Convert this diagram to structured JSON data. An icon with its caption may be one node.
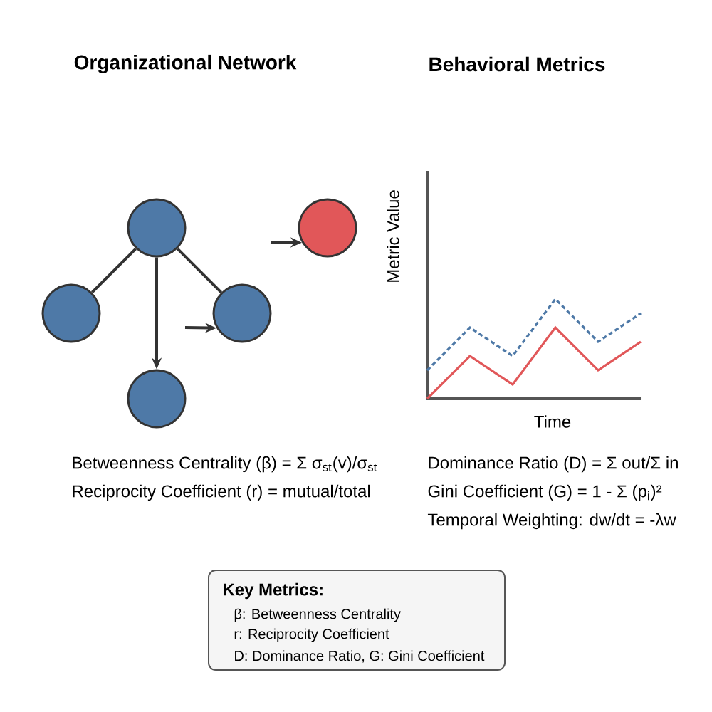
{
  "diagram": {
    "nodes": [
      {
        "text": [],
        "shape": "circle"
      },
      {
        "text": [],
        "shape": "circle"
      },
      {
        "text": [],
        "shape": "circle"
      },
      {
        "text": [],
        "shape": "circle"
      },
      {
        "text": [],
        "shape": "circle"
      },
      {
        "text": [
          "Key Metrics:",
          "β: Betweenness Centrality",
          "r: Reciprocity Coefficient",
          "D: Dominance Ratio, G: Gini Coefficient"
        ]
      }
    ],
    "edges": [
      {
        "from": 0,
        "to": 2,
        "arrow": "none"
      },
      {
        "from": 0,
        "to": 3,
        "arrow": "none"
      },
      {
        "from": 0,
        "to": 4,
        "arrow": "to"
      },
      {
        "from": null,
        "to": 3,
        "arrow": "to"
      },
      {
        "from": null,
        "to": 1,
        "arrow": "to"
      }
    ],
    "labels": [
      "Organizational Network",
      "Behavioral Metrics",
      "Metric Value",
      "Time",
      "Betweenness Centrality (β) = Σ σ$_{st}$(v)/σ$_{st}$",
      "Reciprocity Coefficient (r) = mutual/total",
      "Dominance Ratio (D) = Σ out/Σ in",
      "Gini Coefficient (G) = 1 - Σ (p$_{i}$)²",
      "Temporal Weighting: dw/dt = -λw"
    ]
  }
}
